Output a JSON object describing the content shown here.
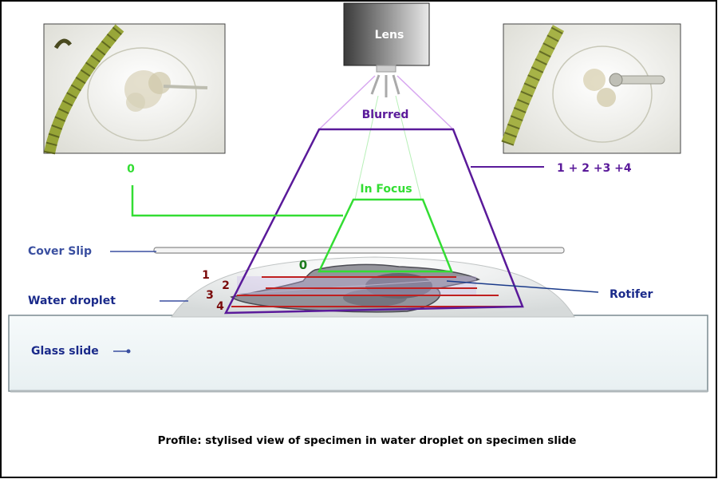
{
  "lens_label": "Lens",
  "blurred_label": "Blurred",
  "in_focus_label": "In Focus",
  "plane_zero_top": "0",
  "plane_combined": "1 + 2 +3 +4",
  "plane_zero_slide": "0",
  "plane_numbers": [
    "1",
    "2",
    "3",
    "4"
  ],
  "cover_slip_label": "Cover Slip",
  "water_droplet_label": "Water droplet",
  "glass_slide_label": "Glass slide",
  "rotifer_label": "Rotifer",
  "caption": "Profile: stylised view of specimen in water droplet on specimen slide",
  "colors": {
    "purple": "#5a1a9a",
    "green": "#33dd33",
    "blue_label": "#3a4fa0",
    "navy_label": "#1a2a8a",
    "dark_red": "#7a0a0a",
    "red_line": "#c02020"
  }
}
